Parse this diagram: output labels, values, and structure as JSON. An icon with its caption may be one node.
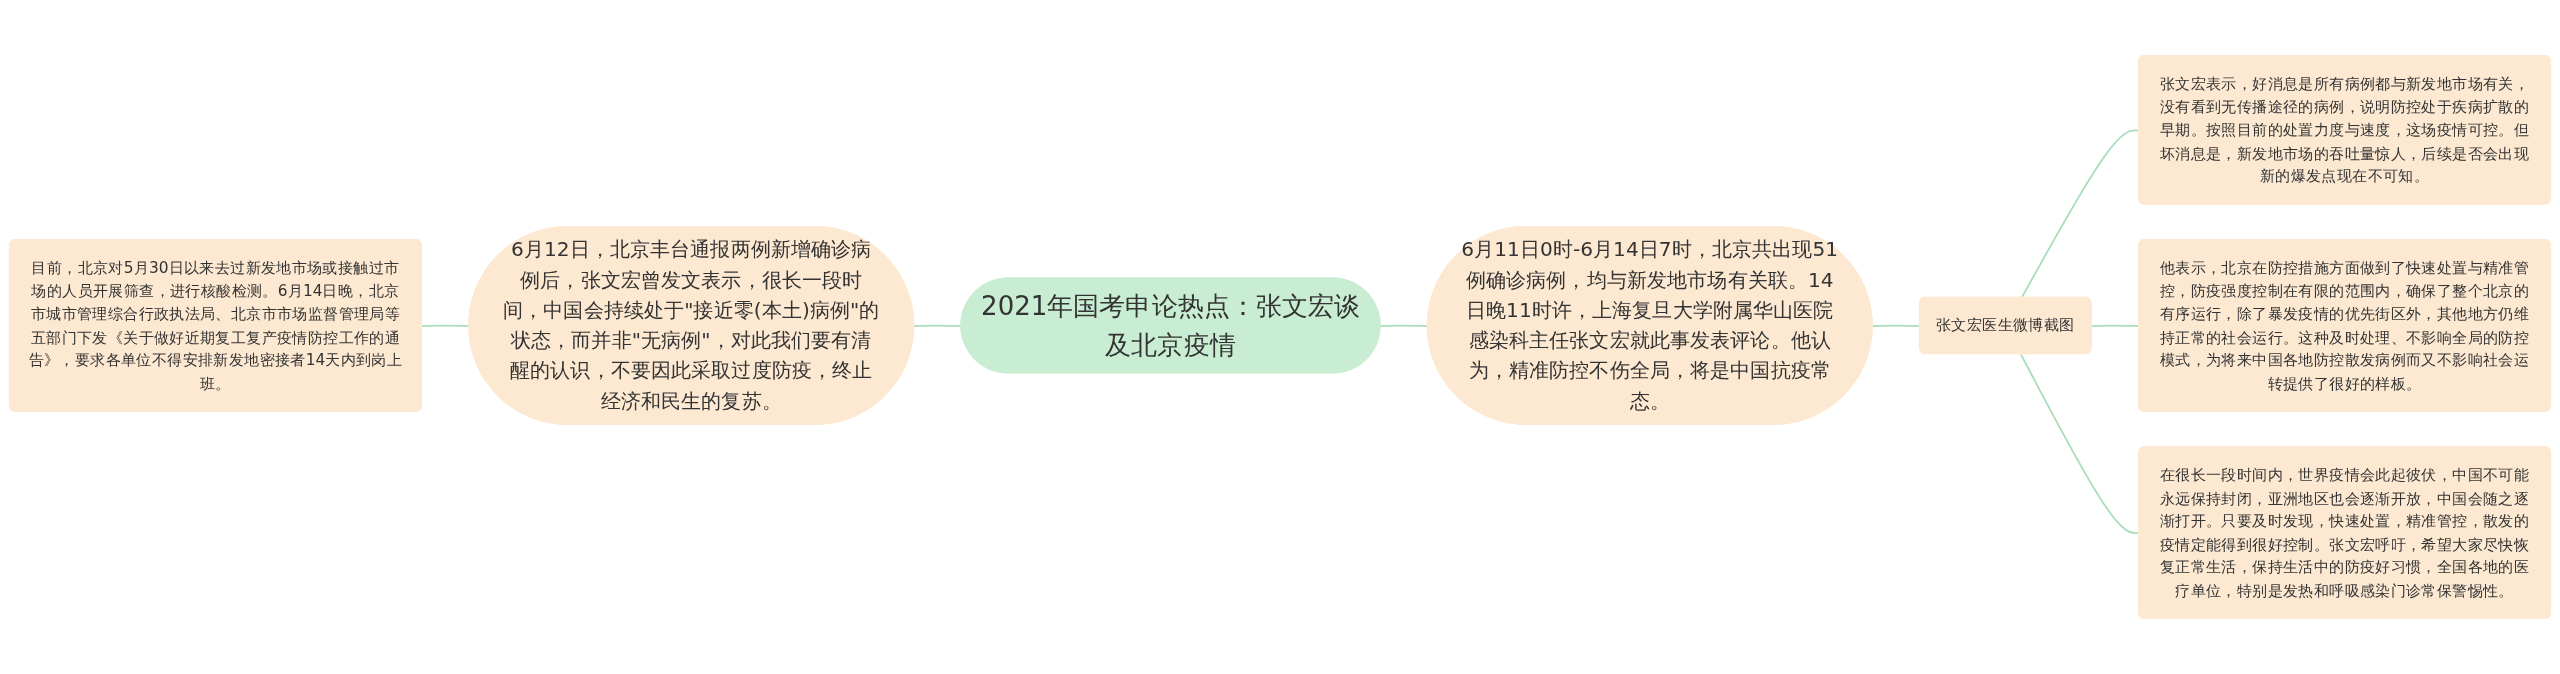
{
  "diagram": {
    "nodes": [
      {
        "text": [
          "目前，北京对5月30日以来去过新发地市场或接触过市场的人员开展筛查，进行核酸检测。6月14日晚，北京市城市管理综合行政执法局、北京市市场监督管理局等五部门下发《关于做好近期复工复产疫情防控工作的通告》，要求各单位不得安排新发地密接者14天内到岗上班。"
        ]
      },
      {
        "text": [
          "6月12日，北京丰台通报两例新增确诊病例后，张文宏曾发文表示，很长一段时间，中国会持续处于\"接近零(本土)病例\"的状态，而并非\"无病例\"，对此我们要有清醒的认识，不要因此采取过度防疫，终止经济和民生的复苏。"
        ]
      },
      {
        "text": [
          "2021年国考申论热点：张文宏谈及北京疫情"
        ]
      },
      {
        "text": [
          "6月11日0时-6月14日7时，北京共出现51例确诊病例，均与新发地市场有关联。14日晚11时许，上海复旦大学附属华山医院感染科主任张文宏就此事发表评论。他认为，精准防控不伤全局，将是中国抗疫常态。"
        ]
      },
      {
        "text": [
          "张文宏医生微博截图"
        ]
      },
      {
        "text": [
          "张文宏表示，好消息是所有病例都与新发地市场有关，没有看到无传播途径的病例，说明防控处于疾病扩散的早期。按照目前的处置力度与速度，这场疫情可控。但坏消息是，新发地市场的吞吐量惊人，后续是否会出现新的爆发点现在不可知。"
        ]
      },
      {
        "text": [
          "他表示，北京在防控措施方面做到了快速处置与精准管控，防疫强度控制在有限的范围内，确保了整个北京的有序运行，除了暴发疫情的优先街区外，其他地方仍维持正常的社会运行。这种及时处理、不影响全局的防控模式，为将来中国各地防控散发病例而又不影响社会运转提供了很好的样板。"
        ]
      },
      {
        "text": [
          "在很长一段时间内，世界疫情会此起彼伏，中国不可能永远保持封闭，亚洲地区也会逐渐开放，中国会随之逐渐打开。只要及时发现，快速处置，精准管控，散发的疫情定能得到很好控制。张文宏呼吁，希望大家尽快恢复正常生活，保持生活中的防疫好习惯，全国各地的医疗单位，特别是发热和呼吸感染门诊常保警惕性。"
        ]
      }
    ],
    "edges": [
      {
        "from": 0,
        "to": 1,
        "arrow": "none"
      },
      {
        "from": 1,
        "to": 2,
        "arrow": "none"
      },
      {
        "from": 2,
        "to": 3,
        "arrow": "none"
      },
      {
        "from": 3,
        "to": 4,
        "arrow": "none"
      },
      {
        "from": 4,
        "to": 5,
        "arrow": "none"
      },
      {
        "from": 4,
        "to": 6,
        "arrow": "none"
      },
      {
        "from": 4,
        "to": 7,
        "arrow": "none"
      }
    ]
  }
}
